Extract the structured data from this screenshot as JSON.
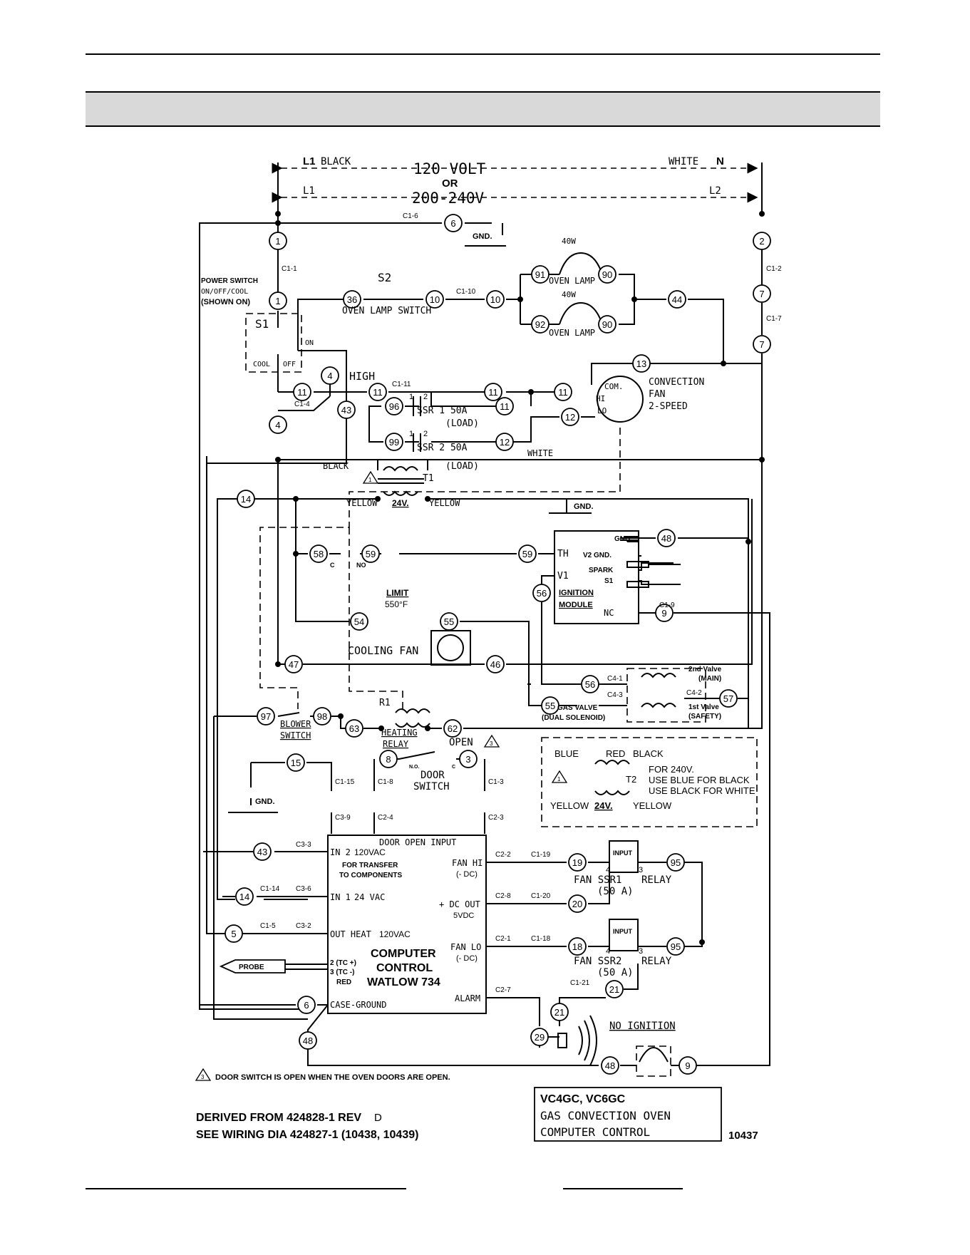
{
  "supply": {
    "l1_label": "L1",
    "l1_color": "BLACK",
    "voltage_120": "120 VOLT",
    "or_label": "OR",
    "white_label": "WHITE",
    "n_label": "N",
    "l1b_label": "L1",
    "voltage_240": "200-240V",
    "l2_label": "L2"
  },
  "nodes": [
    {
      "id": "n6a",
      "label": "6"
    },
    {
      "id": "n1a",
      "label": "1"
    },
    {
      "id": "n1b",
      "label": "1"
    },
    {
      "id": "n2",
      "label": "2"
    },
    {
      "id": "n7a",
      "label": "7"
    },
    {
      "id": "n7b",
      "label": "7"
    },
    {
      "id": "n36",
      "label": "36"
    },
    {
      "id": "n10a",
      "label": "10"
    },
    {
      "id": "n10b",
      "label": "10"
    },
    {
      "id": "n91",
      "label": "91"
    },
    {
      "id": "n90a",
      "label": "90"
    },
    {
      "id": "n92",
      "label": "92"
    },
    {
      "id": "n90b",
      "label": "90"
    },
    {
      "id": "n44",
      "label": "44"
    },
    {
      "id": "n13",
      "label": "13"
    },
    {
      "id": "n4a",
      "label": "4"
    },
    {
      "id": "n11a",
      "label": "11"
    },
    {
      "id": "n11b",
      "label": "11"
    },
    {
      "id": "n11c",
      "label": "11"
    },
    {
      "id": "n11d",
      "label": "11"
    },
    {
      "id": "n11e",
      "label": "11"
    },
    {
      "id": "n43a",
      "label": "43"
    },
    {
      "id": "n4b",
      "label": "4"
    },
    {
      "id": "n96",
      "label": "96"
    },
    {
      "id": "n12a",
      "label": "12"
    },
    {
      "id": "n99",
      "label": "99"
    },
    {
      "id": "n12b",
      "label": "12"
    },
    {
      "id": "n14a",
      "label": "14"
    },
    {
      "id": "n48a",
      "label": "48"
    },
    {
      "id": "n58",
      "label": "58"
    },
    {
      "id": "n59a",
      "label": "59"
    },
    {
      "id": "n59b",
      "label": "59"
    },
    {
      "id": "n56a",
      "label": "56"
    },
    {
      "id": "n9a",
      "label": "9"
    },
    {
      "id": "n54",
      "label": "54"
    },
    {
      "id": "n55a",
      "label": "55"
    },
    {
      "id": "n47",
      "label": "47"
    },
    {
      "id": "n46",
      "label": "46"
    },
    {
      "id": "n56b",
      "label": "56"
    },
    {
      "id": "n55b",
      "label": "55"
    },
    {
      "id": "n57",
      "label": "57"
    },
    {
      "id": "n97",
      "label": "97"
    },
    {
      "id": "n98",
      "label": "98"
    },
    {
      "id": "n63",
      "label": "63"
    },
    {
      "id": "n62",
      "label": "62"
    },
    {
      "id": "n15",
      "label": "15"
    },
    {
      "id": "n8",
      "label": "8"
    },
    {
      "id": "n3",
      "label": "3"
    },
    {
      "id": "n43b",
      "label": "43"
    },
    {
      "id": "n14b",
      "label": "14"
    },
    {
      "id": "n5",
      "label": "5"
    },
    {
      "id": "n6b",
      "label": "6"
    },
    {
      "id": "n48b",
      "label": "48"
    },
    {
      "id": "n19",
      "label": "19"
    },
    {
      "id": "n20",
      "label": "20"
    },
    {
      "id": "n18",
      "label": "18"
    },
    {
      "id": "n95a",
      "label": "95"
    },
    {
      "id": "n95b",
      "label": "95"
    },
    {
      "id": "n21a",
      "label": "21"
    },
    {
      "id": "n21b",
      "label": "21"
    },
    {
      "id": "n29",
      "label": "29"
    },
    {
      "id": "n48c",
      "label": "48"
    },
    {
      "id": "n9b",
      "label": "9"
    }
  ],
  "connectors": {
    "c1_6": "C1-6",
    "c1_1": "C1-1",
    "c1_2": "C1-2",
    "c1_7": "C1-7",
    "c1_10": "C1-10",
    "c1_11": "C1-11",
    "c1_4": "C1-4",
    "c1_9": "C1-9",
    "c4_1": "C4-1",
    "c4_3": "C4-3",
    "c4_2": "C4-2",
    "c1_15": "C1-15",
    "c3_9": "C3-9",
    "c1_8": "C1-8",
    "c2_4": "C2-4",
    "c1_3": "C1-3",
    "c2_3": "C2-3",
    "c3_3": "C3-3",
    "c1_14": "C1-14",
    "c3_6": "C3-6",
    "c1_5": "C1-5",
    "c3_2": "C3-2",
    "c2_2": "C2-2",
    "c1_19": "C1-19",
    "c2_8": "C2-8",
    "c1_20": "C1-20",
    "c2_1": "C2-1",
    "c1_18": "C1-18",
    "c2_7": "C2-7",
    "c1_21": "C1-21"
  },
  "labels": {
    "gnd": "GND.",
    "power_switch": "POWER SWITCH",
    "on_off_cool": "ON/OFF/COOL",
    "shown_on": "(SHOWN ON)",
    "s1": "S1",
    "on": "ON",
    "cool": "COOL",
    "off": "OFF",
    "s2": "S2",
    "oven_lamp_switch": "OVEN LAMP SWITCH",
    "lamp_watt": "40W",
    "oven_lamp": "OVEN LAMP",
    "high": "HIGH",
    "ssr1": "SSR 1 50A",
    "ssr2": "SSR 2 50A",
    "load": "(LOAD)",
    "one": "1",
    "two": "2",
    "com": "COM.",
    "hi": "HI",
    "lo": "LO",
    "convection": "CONVECTION",
    "fan": "FAN",
    "two_speed": "2-SPEED",
    "black": "BLACK",
    "white": "WHITE",
    "t1": "T1",
    "yellow": "YELLOW",
    "v24": "24V.",
    "warn1": "1",
    "th": "TH",
    "v1": "V1",
    "v2gnd": "V2 GND.",
    "spark": "SPARK",
    "s1_term": "S1",
    "nc": "NC",
    "ignition": "IGNITION",
    "module": "MODULE",
    "c_term": "C",
    "no_term": "NO",
    "limit": "LIMIT",
    "limit_temp": "550°F",
    "cooling_fan": "COOLING FAN",
    "second_valve": "2nd Valve",
    "main": "(MAIN)",
    "first_valve": "1st Valve",
    "safety": "(SAFETY)",
    "gas_valve": "GAS VALVE",
    "dual_solenoid": "(DUAL SOLENOID)",
    "blower": "BLOWER",
    "switch": "SWITCH",
    "r1": "R1",
    "heating": "HEATING",
    "relay": "RELAY",
    "open": "OPEN",
    "warn3": "3",
    "door": "DOOR",
    "door_switch_word": "SWITCH",
    "no_short": "N.O.",
    "c_short": "C",
    "blue": "BLUE",
    "red": "RED",
    "for_240": "FOR 240V.",
    "use_blue": "USE BLUE FOR BLACK",
    "use_black": "USE BLACK FOR WHITE",
    "t2": "T2",
    "door_open_input": "DOOR OPEN INPUT",
    "in2": "IN 2",
    "v120ac": "120VAC",
    "for_transfer": "FOR TRANSFER",
    "to_components": "TO COMPONENTS",
    "in1": "IN 1",
    "v24ac": "24 VAC",
    "out_heat": "OUT HEAT",
    "tc_plus": "2 (TC +)",
    "tc_minus": "3 (TC -)",
    "red_short": "RED",
    "case_ground": "CASE-GROUND",
    "computer": "COMPUTER",
    "control": "CONTROL",
    "watlow": "WATLOW 734",
    "fan_hi": "FAN HI",
    "neg_dc": "(- DC)",
    "dc_out": "+ DC OUT",
    "v5dc": "5VDC",
    "fan_lo": "FAN LO",
    "alarm": "ALARM",
    "probe": "PROBE",
    "input": "INPUT",
    "fan_ssr1": "FAN SSR1",
    "fan_ssr2": "FAN SSR2",
    "relay_word": "RELAY",
    "amp50": "(50 A)",
    "four": "4",
    "three": "3",
    "no_ignition": "NO IGNITION"
  },
  "notes": {
    "door_note_num": "3",
    "door_note": "DOOR SWITCH IS OPEN WHEN THE OVEN DOORS ARE OPEN.",
    "derived": "DERIVED FROM 424828-1 REV",
    "rev": "D",
    "see_wiring": "SEE WIRING DIA 424827-1 (10438, 10439)",
    "model": "VC4GC, VC6GC",
    "product": "GAS CONVECTION OVEN",
    "control": "COMPUTER CONTROL",
    "drawing_no": "10437"
  }
}
